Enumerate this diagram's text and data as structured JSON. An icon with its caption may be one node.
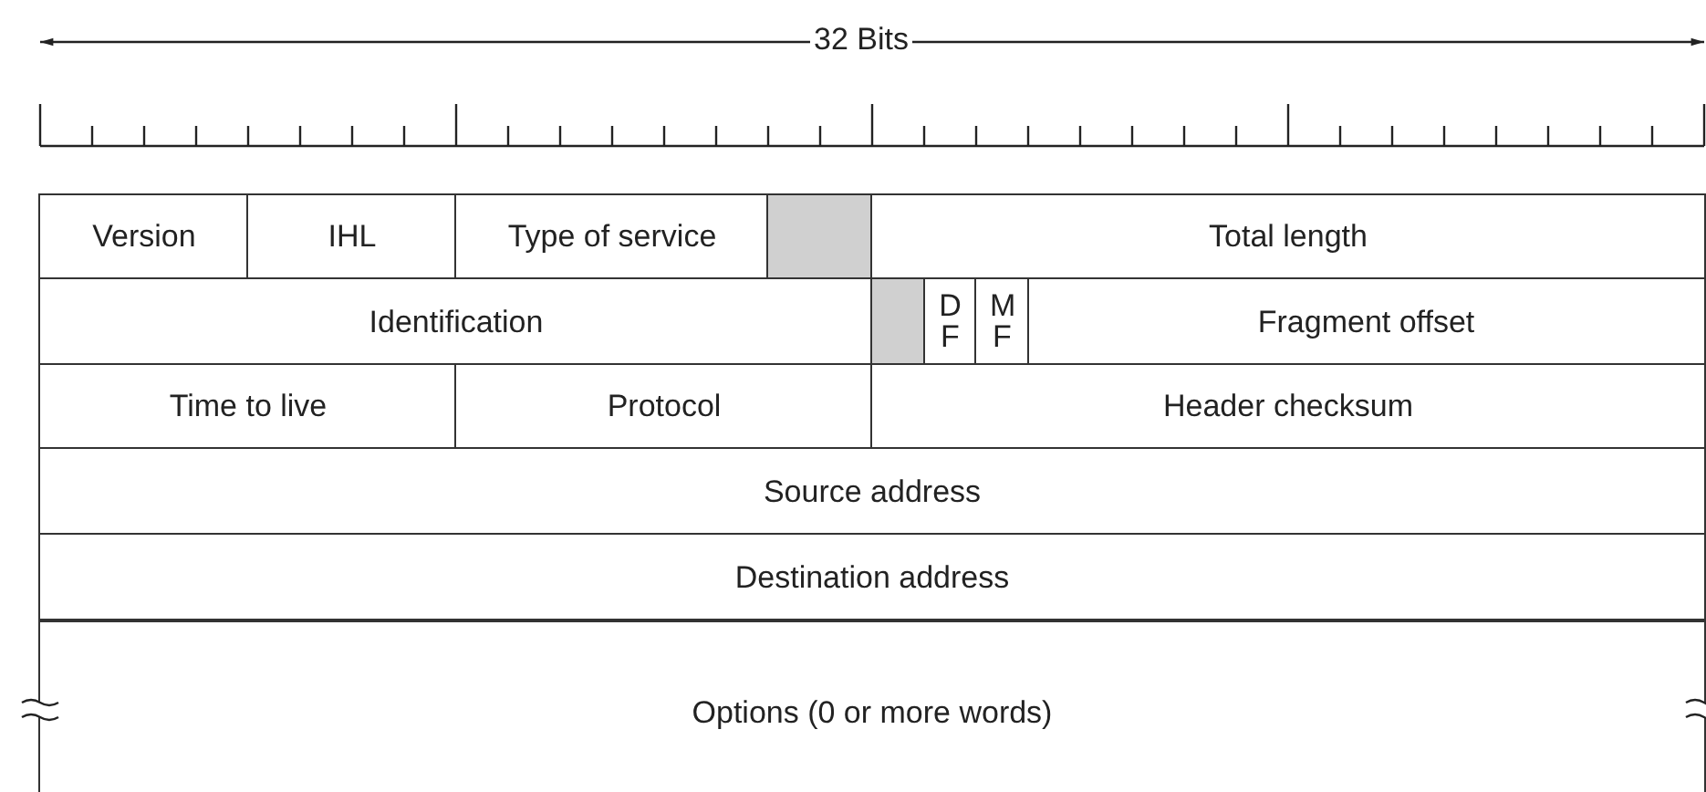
{
  "diagram": {
    "nodes": [
      {
        "text": [
          "Version"
        ]
      },
      {
        "text": [
          "IHL"
        ]
      },
      {
        "text": [
          "Type of service"
        ]
      },
      {
        "text": [],
        "shape": "box"
      },
      {
        "text": [
          "Total length"
        ]
      },
      {
        "text": [
          "Identification"
        ]
      },
      {
        "text": [],
        "shape": "box"
      },
      {
        "text": [
          "D F"
        ]
      },
      {
        "text": [
          "M F"
        ]
      },
      {
        "text": [
          "Fragment offset"
        ]
      },
      {
        "text": [
          "Time to live"
        ]
      },
      {
        "text": [
          "Protocol"
        ]
      },
      {
        "text": [
          "Header checksum"
        ]
      },
      {
        "text": [
          "Source address"
        ]
      },
      {
        "text": [
          "Destination address"
        ]
      },
      {
        "text": [
          "Options (0 or more words)"
        ]
      }
    ],
    "labels": [
      "32 Bits"
    ]
  }
}
